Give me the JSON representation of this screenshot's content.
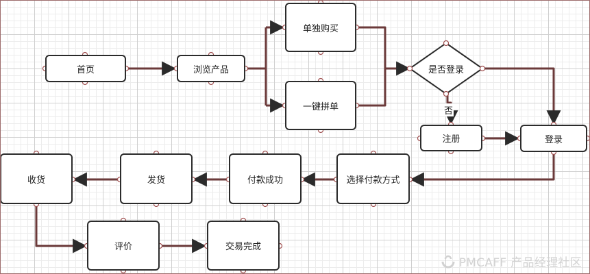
{
  "nodes": {
    "home": "首页",
    "browse": "浏览产品",
    "buy_alone": "单独购买",
    "group_buy": "一键拼单",
    "is_logged_in": "是否登录",
    "register": "注册",
    "login": "登录",
    "choose_payment": "选择付款方式",
    "payment_success": "付款成功",
    "ship": "发货",
    "receive": "收货",
    "review": "评价",
    "trade_complete": "交易完成"
  },
  "edge_labels": {
    "no": "否"
  },
  "watermark": "PMCAFF 产品经理社区",
  "colors": {
    "node_border": "#2b2b2b",
    "connector": "#5a2a2a",
    "handle": "#a05050"
  }
}
